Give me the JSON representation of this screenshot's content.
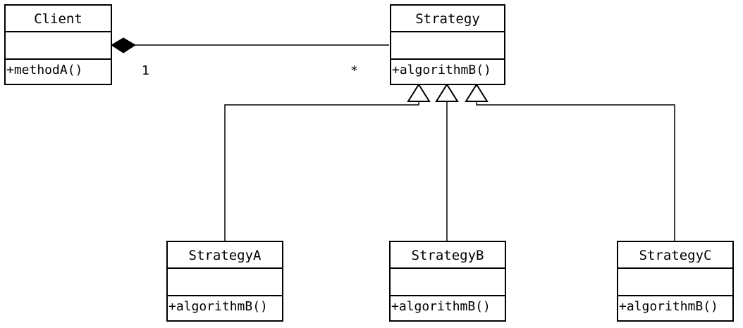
{
  "diagram": {
    "classes": {
      "client": {
        "name": "Client",
        "operation": "+methodA()"
      },
      "strategy": {
        "name": "Strategy",
        "operation": "+algorithmB()"
      },
      "strategy_a": {
        "name": "StrategyA",
        "operation": "+algorithmB()"
      },
      "strategy_b": {
        "name": "StrategyB",
        "operation": "+algorithmB()"
      },
      "strategy_c": {
        "name": "StrategyC",
        "operation": "+algorithmB()"
      }
    },
    "association": {
      "client_multiplicity": "1",
      "strategy_multiplicity": "*"
    }
  }
}
